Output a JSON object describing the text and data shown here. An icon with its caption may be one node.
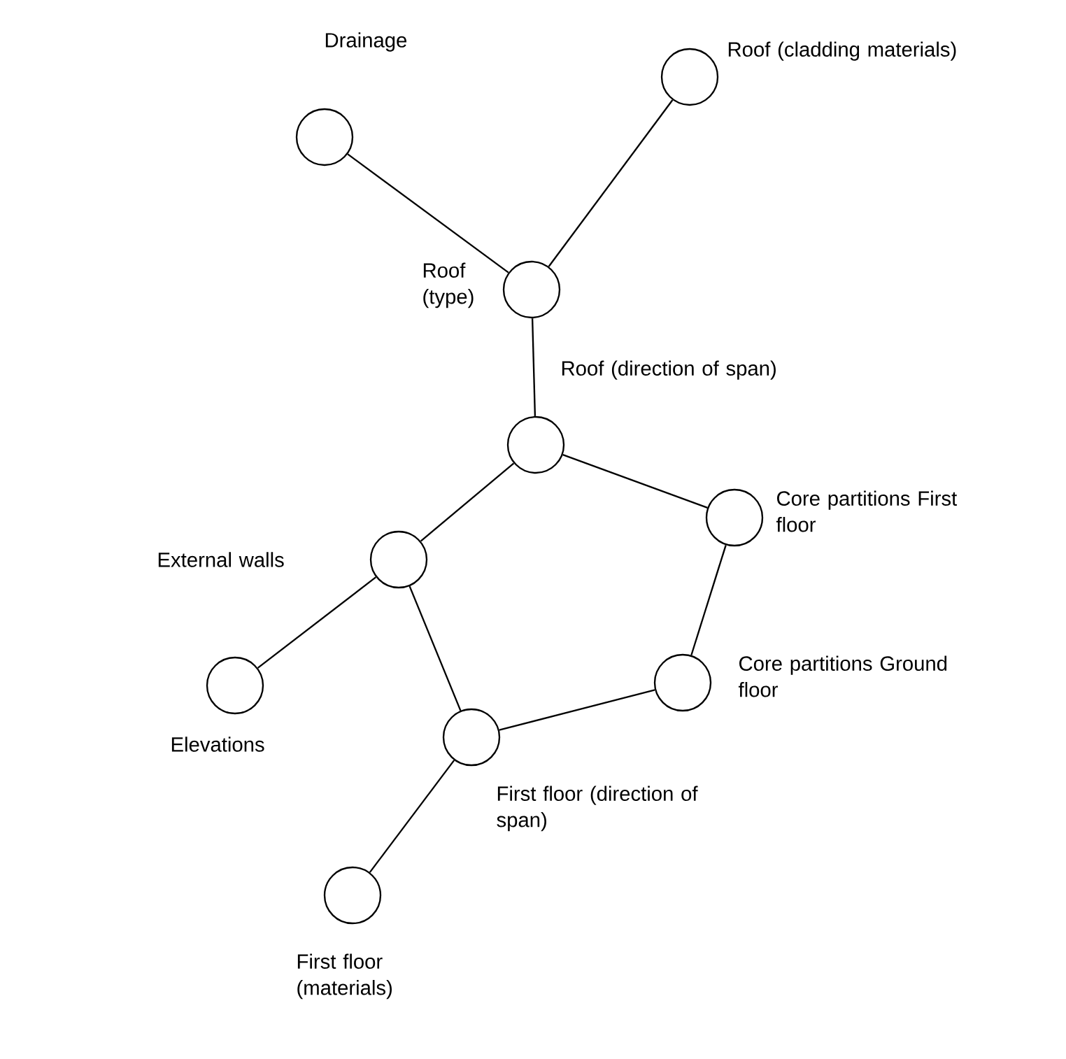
{
  "diagram": {
    "nodes": [
      {
        "text": [
          "Drainage"
        ]
      },
      {
        "text": [
          "Roof (cladding materials)"
        ]
      },
      {
        "text": [
          "Roof (type)"
        ]
      },
      {
        "text": [
          "Roof (direction of span)"
        ]
      },
      {
        "text": [
          "Core partitions First floor"
        ]
      },
      {
        "text": [
          "External walls"
        ]
      },
      {
        "text": [
          "Core partitions Ground floor"
        ]
      },
      {
        "text": [
          "Elevations"
        ]
      },
      {
        "text": [
          "First floor (direction of span)"
        ]
      },
      {
        "text": [
          "First floor (materials)"
        ]
      }
    ],
    "edges": [
      {
        "from": 0,
        "to": 2,
        "arrow": "none"
      },
      {
        "from": 1,
        "to": 2,
        "arrow": "none"
      },
      {
        "from": 2,
        "to": 3,
        "arrow": "none"
      },
      {
        "from": 3,
        "to": 5,
        "arrow": "none"
      },
      {
        "from": 3,
        "to": 4,
        "arrow": "none"
      },
      {
        "from": 4,
        "to": 6,
        "arrow": "none"
      },
      {
        "from": 5,
        "to": 7,
        "arrow": "none"
      },
      {
        "from": 5,
        "to": 8,
        "arrow": "none"
      },
      {
        "from": 6,
        "to": 8,
        "arrow": "none"
      },
      {
        "from": 8,
        "to": 9,
        "arrow": "none"
      }
    ]
  }
}
